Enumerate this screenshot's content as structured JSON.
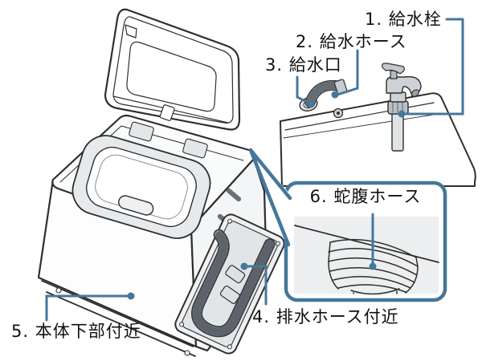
{
  "diagram": {
    "type": "washing-machine-parts-diagram",
    "labels": {
      "l1": "1. 給水栓",
      "l2": "2. 給水ホース",
      "l3": "3. 給水口",
      "l4": "4. 排水ホース付近",
      "l5": "5. 本体下部付近",
      "l6": "6. 蛇腹ホース"
    },
    "colors": {
      "callout_blue": "#45779b",
      "line_dark": "#2e2e2e",
      "tub_rim_gray": "#e7eaed",
      "panel_bg_gray": "#eceef0"
    }
  }
}
